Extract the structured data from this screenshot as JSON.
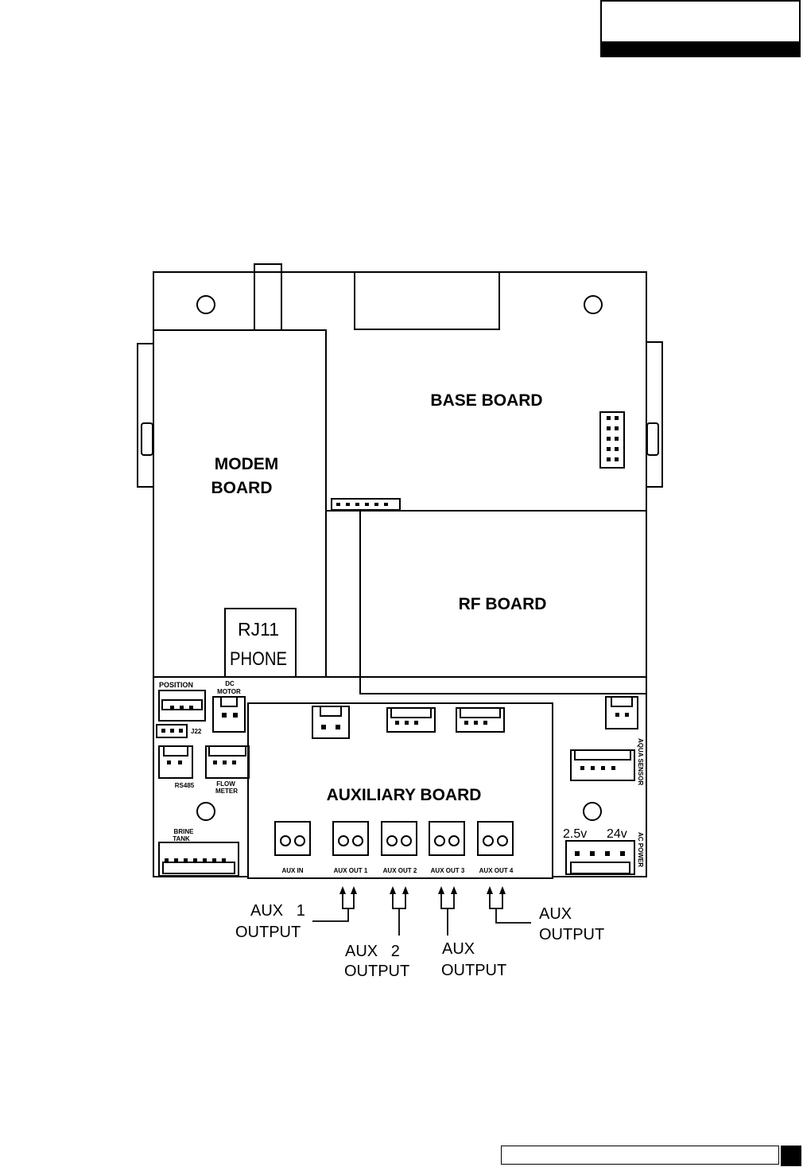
{
  "boards": {
    "base": "BASE BOARD",
    "modem_line1": "MODEM",
    "modem_line2": "BOARD",
    "rf": "RF BOARD",
    "auxiliary": "AUXILIARY BOARD"
  },
  "rj11": {
    "line1": "RJ11",
    "line2": "PHONE"
  },
  "connectors": {
    "position": "POSITION",
    "dc_motor_line1": "DC",
    "dc_motor_line2": "MOTOR",
    "j22": "J22",
    "rs485": "RS485",
    "flow_meter_line1": "FLOW",
    "flow_meter_line2": "METER",
    "brine_tank_line1": "BRINE",
    "brine_tank_line2": "TANK",
    "aqua_sensor": "AQUA SENSOR",
    "ac_power": "AC POWER",
    "voltage_a": "2.5v",
    "voltage_b": "24v"
  },
  "terminals": [
    "AUX IN",
    "AUX OUT 1",
    "AUX OUT 2",
    "AUX OUT 3",
    "AUX OUT 4"
  ],
  "callouts": {
    "aux1_line1": "AUX   1",
    "aux1_line2": "OUTPUT",
    "aux2_line1": "AUX   2",
    "aux2_line2": "OUTPUT",
    "aux3_line1": "AUX",
    "aux3_line2": "OUTPUT",
    "aux4_line1": "AUX",
    "aux4_line2": "OUTPUT"
  }
}
